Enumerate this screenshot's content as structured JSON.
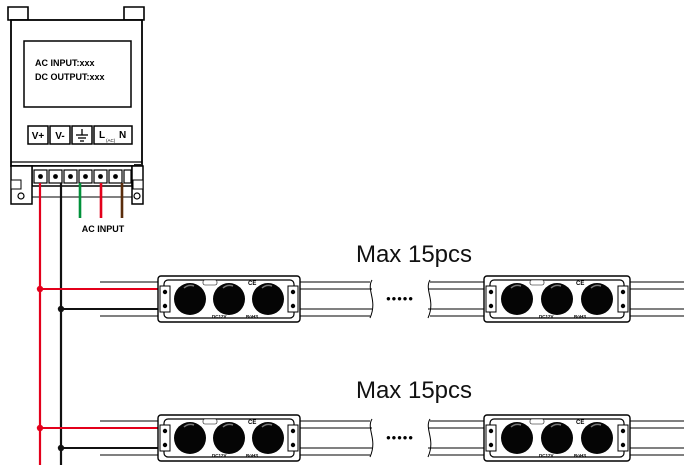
{
  "power_supply": {
    "ac_input_spec": "AC INPUT:xxx",
    "dc_output_spec": "DC OUTPUT:xxx",
    "terminals": {
      "v_plus": "V+",
      "v_minus": "V-",
      "live": "L",
      "ac_sub": "(AC)",
      "neutral": "N"
    }
  },
  "ac_input_label": "AC INPUT",
  "rows": [
    {
      "label": "Max 15pcs",
      "ellipsis": "•••••"
    },
    {
      "label": "Max 15pcs",
      "ellipsis": "•••••"
    }
  ],
  "module": {
    "voltage_mark": "DC12V",
    "rohs_mark": "RoHS",
    "ce_mark": "CE"
  },
  "colors": {
    "positive_wire": "#e3001b",
    "negative_wire": "#111111",
    "ground_wire": "#00913a",
    "live_wire": "#e3001b",
    "neutral_wire": "#5a2d0c",
    "module_body": "#1a1a1a",
    "lens": "#050505"
  }
}
